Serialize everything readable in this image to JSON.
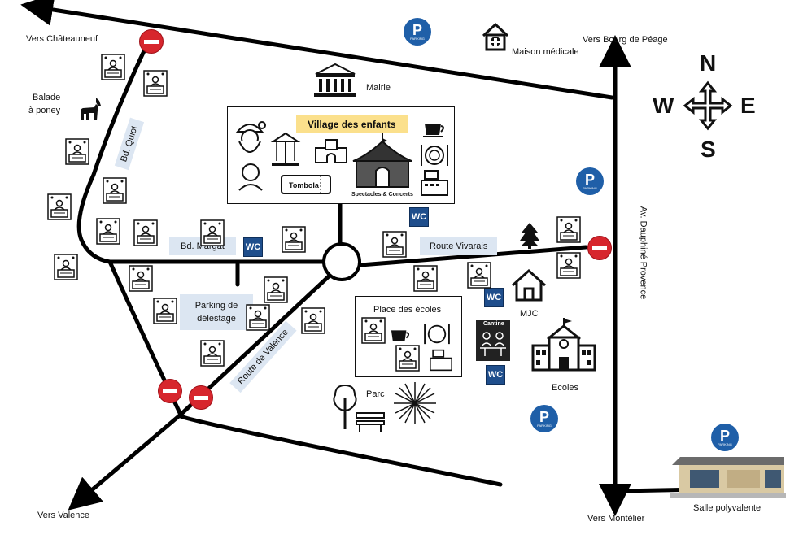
{
  "directions": {
    "chateauneuf": "Vers Châteauneuf",
    "bourg_de_peage": "Vers Bourg de Péage",
    "valence": "Vers Valence",
    "montelier": "Vers Montélier"
  },
  "places": {
    "maison_medicale": "Maison médicale",
    "mairie": "Mairie",
    "balade_line1": "Balade",
    "balade_line2": "à poney",
    "mjc": "MJC",
    "ecoles": "Ecoles",
    "parc": "Parc",
    "salle_polyvalente": "Salle polyvalente",
    "parking_delestage_line1": "Parking de",
    "parking_delestage_line2": "délestage"
  },
  "streets": {
    "bd_quiot": "Bd. Quiot",
    "bd_margat": "Bd. Margat",
    "route_vivarais": "Route Vivarais",
    "route_valence": "Route de Valence",
    "av_dauphine": "Av. Dauphiné Provence"
  },
  "village": {
    "title": "Village des enfants",
    "tombola": "Tombola",
    "spectacles": "Spectacles & Concerts"
  },
  "place_ecoles": {
    "title": "Place des écoles",
    "cantine": "Cantine"
  },
  "compass": {
    "n": "N",
    "s": "S",
    "e": "E",
    "w": "W"
  },
  "symbols": {
    "wc": "WC",
    "parking": "P",
    "parking_sub": "PARKING"
  },
  "icons": [
    "horse-icon",
    "mairie-building-icon",
    "medical-house-icon",
    "santa-icon",
    "carousel-icon",
    "castle-icon",
    "circus-tent-icon",
    "coffee-icon",
    "cutlery-icon",
    "cash-register-icon",
    "christmas-tree-icon",
    "house-icon",
    "school-icon",
    "tree-icon",
    "bench-icon",
    "fireworks-icon",
    "market-stall-icon"
  ],
  "colors": {
    "road": "#000000",
    "street_label_bg": "#dce6f2",
    "wc": "#1f4e8c",
    "parking": "#1f5fa8",
    "no_entry": "#d7262d",
    "village_title": "#fbe08c"
  }
}
